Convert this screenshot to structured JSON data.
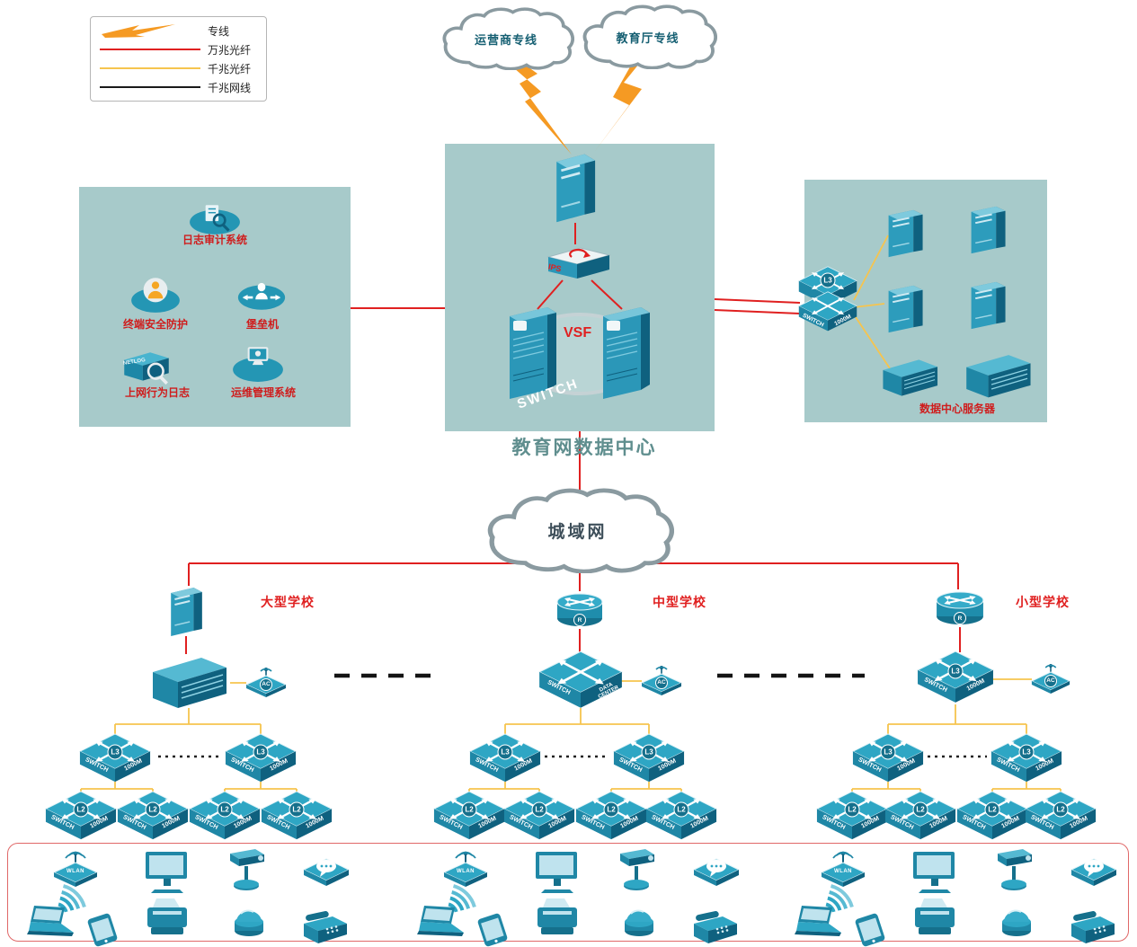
{
  "legend": {
    "items": [
      {
        "label": "专线",
        "type": "lightning",
        "color": "#f59a23"
      },
      {
        "label": "万兆光纤",
        "type": "line",
        "color": "#e02020"
      },
      {
        "label": "千兆光纤",
        "type": "line",
        "color": "#f6c44e"
      },
      {
        "label": "千兆网线",
        "type": "line",
        "color": "#1a1a1a"
      }
    ]
  },
  "clouds": {
    "carrier": "运营商专线",
    "education": "教育厅专线",
    "metro": "城域网"
  },
  "datacenter": {
    "title": "教育网数据中心",
    "vsf": "VSF",
    "ips": "IPS",
    "switch_watermark": "SWITCH"
  },
  "security_zone": {
    "log_audit": "日志审计系统",
    "terminal_security": "终端安全防护",
    "bastion": "堡垒机",
    "net_log": "上网行为日志",
    "ops_mgmt": "运维管理系统",
    "netlog_icon_text": "NETLOG"
  },
  "server_zone": {
    "label": "数据中心服务器"
  },
  "schools": {
    "large": "大型学校",
    "medium": "中型学校",
    "small": "小型学校"
  },
  "labels": {
    "switch": "SWITCH",
    "speed": "1000M",
    "l3": "L3",
    "l2": "L2",
    "ac": "AC",
    "r": "R",
    "data_center": "DATA CENTER",
    "wlan": "WLAN"
  },
  "colors": {
    "line_10g_fiber": "#e02020",
    "line_1g_fiber": "#f6c44e",
    "line_1g_copper": "#1a1a1a",
    "lightning": "#f59a23",
    "zone_background": "#a7caca",
    "device_teal": "#2ea6c4",
    "label_red": "#cf1d1d"
  }
}
